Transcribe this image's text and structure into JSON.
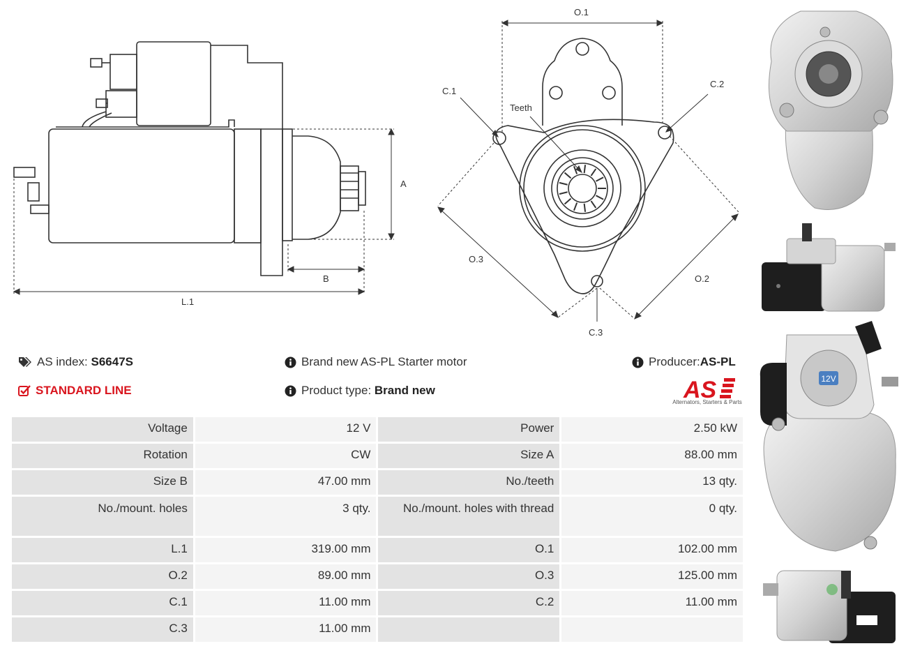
{
  "drawing": {
    "side": {
      "dim_l1": "L.1",
      "dim_a": "A",
      "dim_b": "B"
    },
    "front": {
      "dim_o1": "O.1",
      "dim_o2": "O.2",
      "dim_o3": "O.3",
      "dim_c1": "C.1",
      "dim_c2": "C.2",
      "dim_c3": "C.3",
      "teeth": "Teeth"
    }
  },
  "photos": {
    "badge_12v": "12V"
  },
  "info": {
    "as_index_label": "AS index:",
    "as_index_value": "S6647S",
    "line": "STANDARD LINE",
    "description": "Brand new AS-PL Starter motor",
    "product_type_label": "Product type:",
    "product_type_value": "Brand new",
    "producer_label": "Producer:",
    "producer_value": "AS-PL",
    "logo_text": "AS",
    "logo_tagline": "Alternators, Starters & Parts"
  },
  "specs": [
    [
      "Voltage",
      "12 V",
      "Power",
      "2.50 kW"
    ],
    [
      "Rotation",
      "CW",
      "Size A",
      "88.00 mm"
    ],
    [
      "Size B",
      "47.00 mm",
      "No./teeth",
      "13 qty."
    ],
    [
      "No./mount. holes",
      "3 qty.",
      "No./mount. holes with thread",
      "0 qty."
    ],
    [
      "L.1",
      "319.00 mm",
      "O.1",
      "102.00 mm"
    ],
    [
      "O.2",
      "89.00 mm",
      "O.3",
      "125.00 mm"
    ],
    [
      "C.1",
      "11.00 mm",
      "C.2",
      "11.00 mm"
    ],
    [
      "C.3",
      "11.00 mm",
      "",
      ""
    ]
  ],
  "colors": {
    "accent_red": "#d9151e",
    "key_cell": "#e3e3e3",
    "value_cell": "#f4f4f4"
  }
}
